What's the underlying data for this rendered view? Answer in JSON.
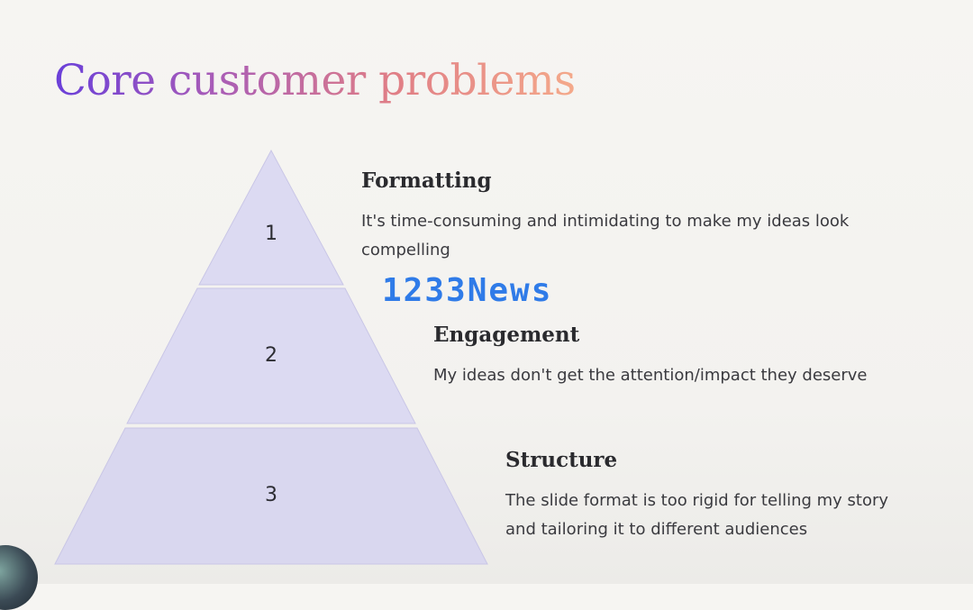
{
  "title": "Core customer problems",
  "tiers": [
    {
      "number": "1",
      "heading": "Formatting",
      "description": "It's time-consuming and intimidating to make my ideas look compelling"
    },
    {
      "number": "2",
      "heading": "Engagement",
      "description": "My ideas don't get the attention/impact they deserve"
    },
    {
      "number": "3",
      "heading": "Structure",
      "description": "The slide format is too rigid for telling my story and tailoring it to different audiences"
    }
  ],
  "watermark": "1233News",
  "colors": {
    "tier_fill": "#dcdaf2",
    "tier_stroke": "#c9c6e6",
    "text": "#2a2a2e",
    "watermark": "#2f7be8"
  }
}
